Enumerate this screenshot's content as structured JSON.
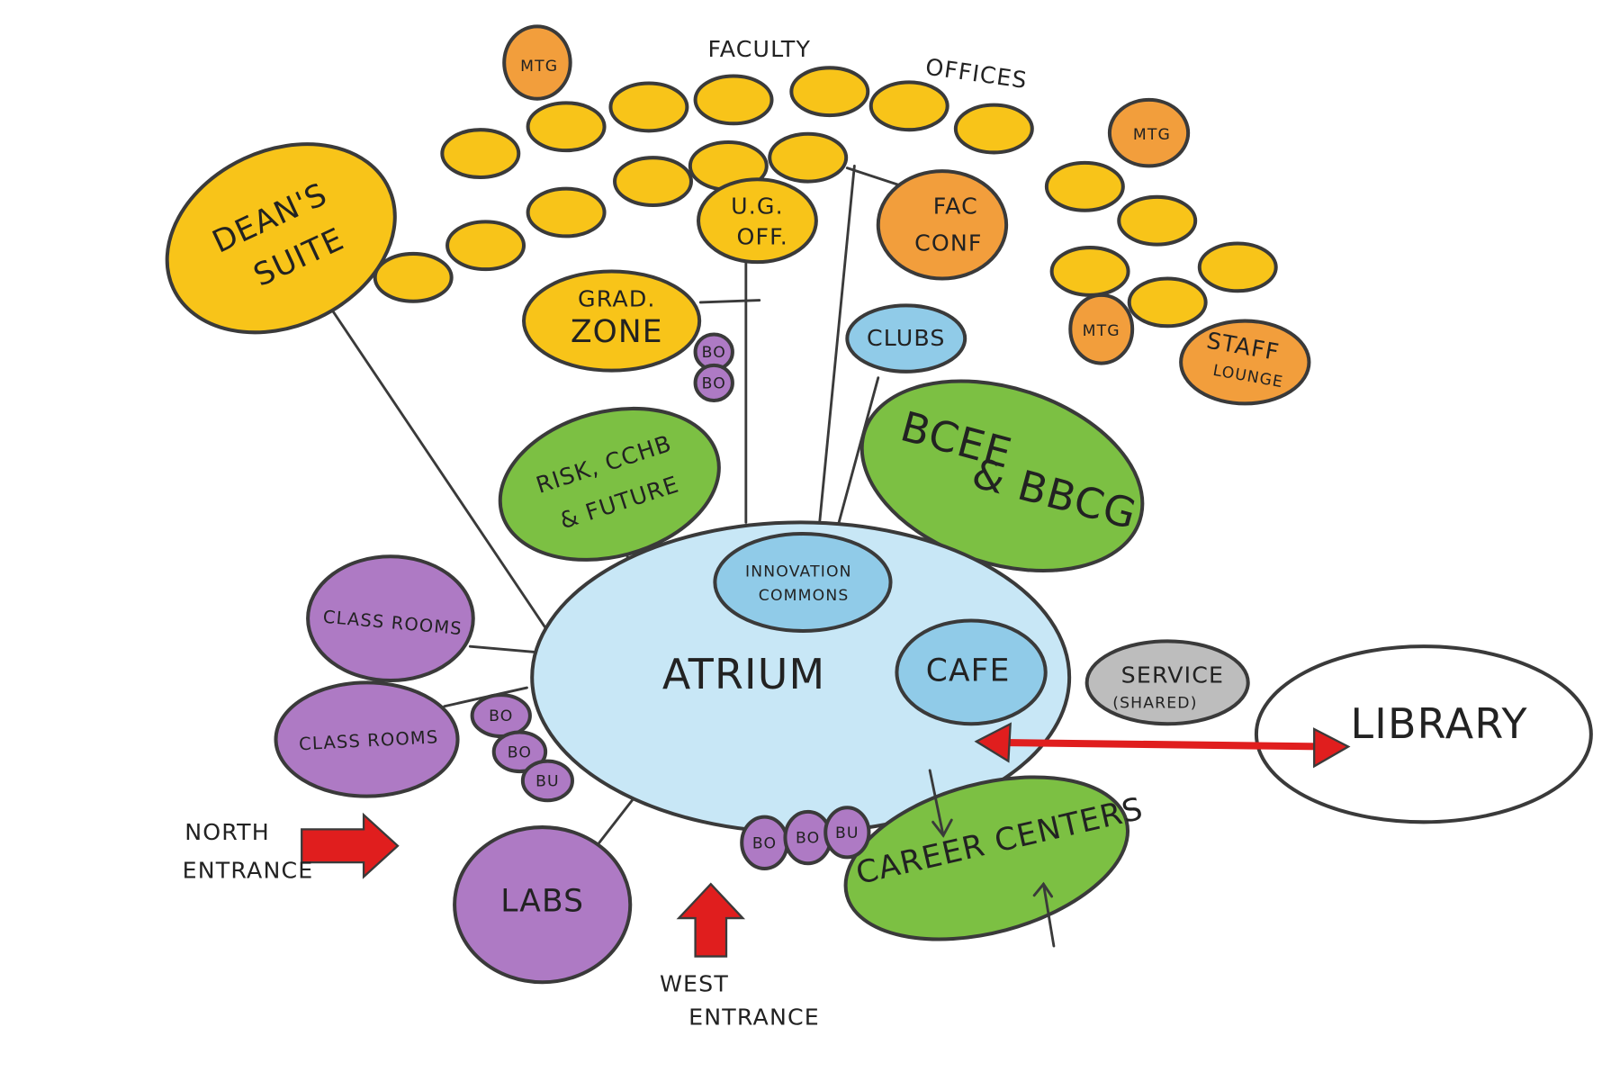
{
  "colors": {
    "yellow": "#f8c419",
    "orange": "#f29e3c",
    "green": "#7cc043",
    "purple": "#ae7ac4",
    "atrium_blue": "#c8e7f6",
    "inner_blue": "#90cbe8",
    "grey": "#bdbdbd",
    "arrow_red": "#e01e1e"
  },
  "header": {
    "faculty": "FACULTY",
    "offices": "OFFICES"
  },
  "spaces": {
    "mtg": "MTG",
    "deans_suite": [
      "DEAN'S",
      "SUITE"
    ],
    "ug_off": [
      "U.G.",
      "OFF."
    ],
    "fac_conf": [
      "FAC",
      "CONF"
    ],
    "grad_zone": [
      "GRAD.",
      "ZONE"
    ],
    "clubs": "CLUBS",
    "staff_lounge": [
      "STAFF",
      "LOUNGE"
    ],
    "risk": [
      "RISK, CCHB",
      "& FUTURE"
    ],
    "bcee": [
      "BCEE",
      "& BBCG"
    ],
    "innovation": [
      "INNOVATION",
      "COMMONS"
    ],
    "atrium": "ATRIUM",
    "cafe": "CAFE",
    "service": [
      "SERVICE",
      "(SHARED)"
    ],
    "library": "LIBRARY",
    "classrooms": "CLASS ROOMS",
    "labs": "LABS",
    "career": "CAREER CENTERS",
    "bo": "BO",
    "bu": "BU"
  },
  "entrances": {
    "north": [
      "NORTH",
      "ENTRANCE"
    ],
    "west": [
      "WEST",
      "ENTRANCE"
    ]
  }
}
